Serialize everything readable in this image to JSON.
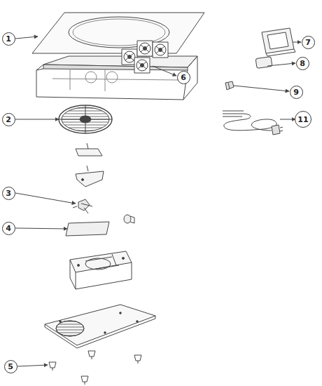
{
  "diagram": {
    "nodes": [
      {
        "text": [
          "1"
        ]
      },
      {
        "text": [
          "7"
        ]
      },
      {
        "text": [
          "8"
        ]
      },
      {
        "text": [
          "6"
        ]
      },
      {
        "text": [
          "9"
        ]
      },
      {
        "text": [
          "2"
        ]
      },
      {
        "text": [
          "11"
        ]
      },
      {
        "text": [
          "3"
        ]
      },
      {
        "text": [
          "4"
        ]
      },
      {
        "text": [
          "5"
        ]
      }
    ]
  }
}
